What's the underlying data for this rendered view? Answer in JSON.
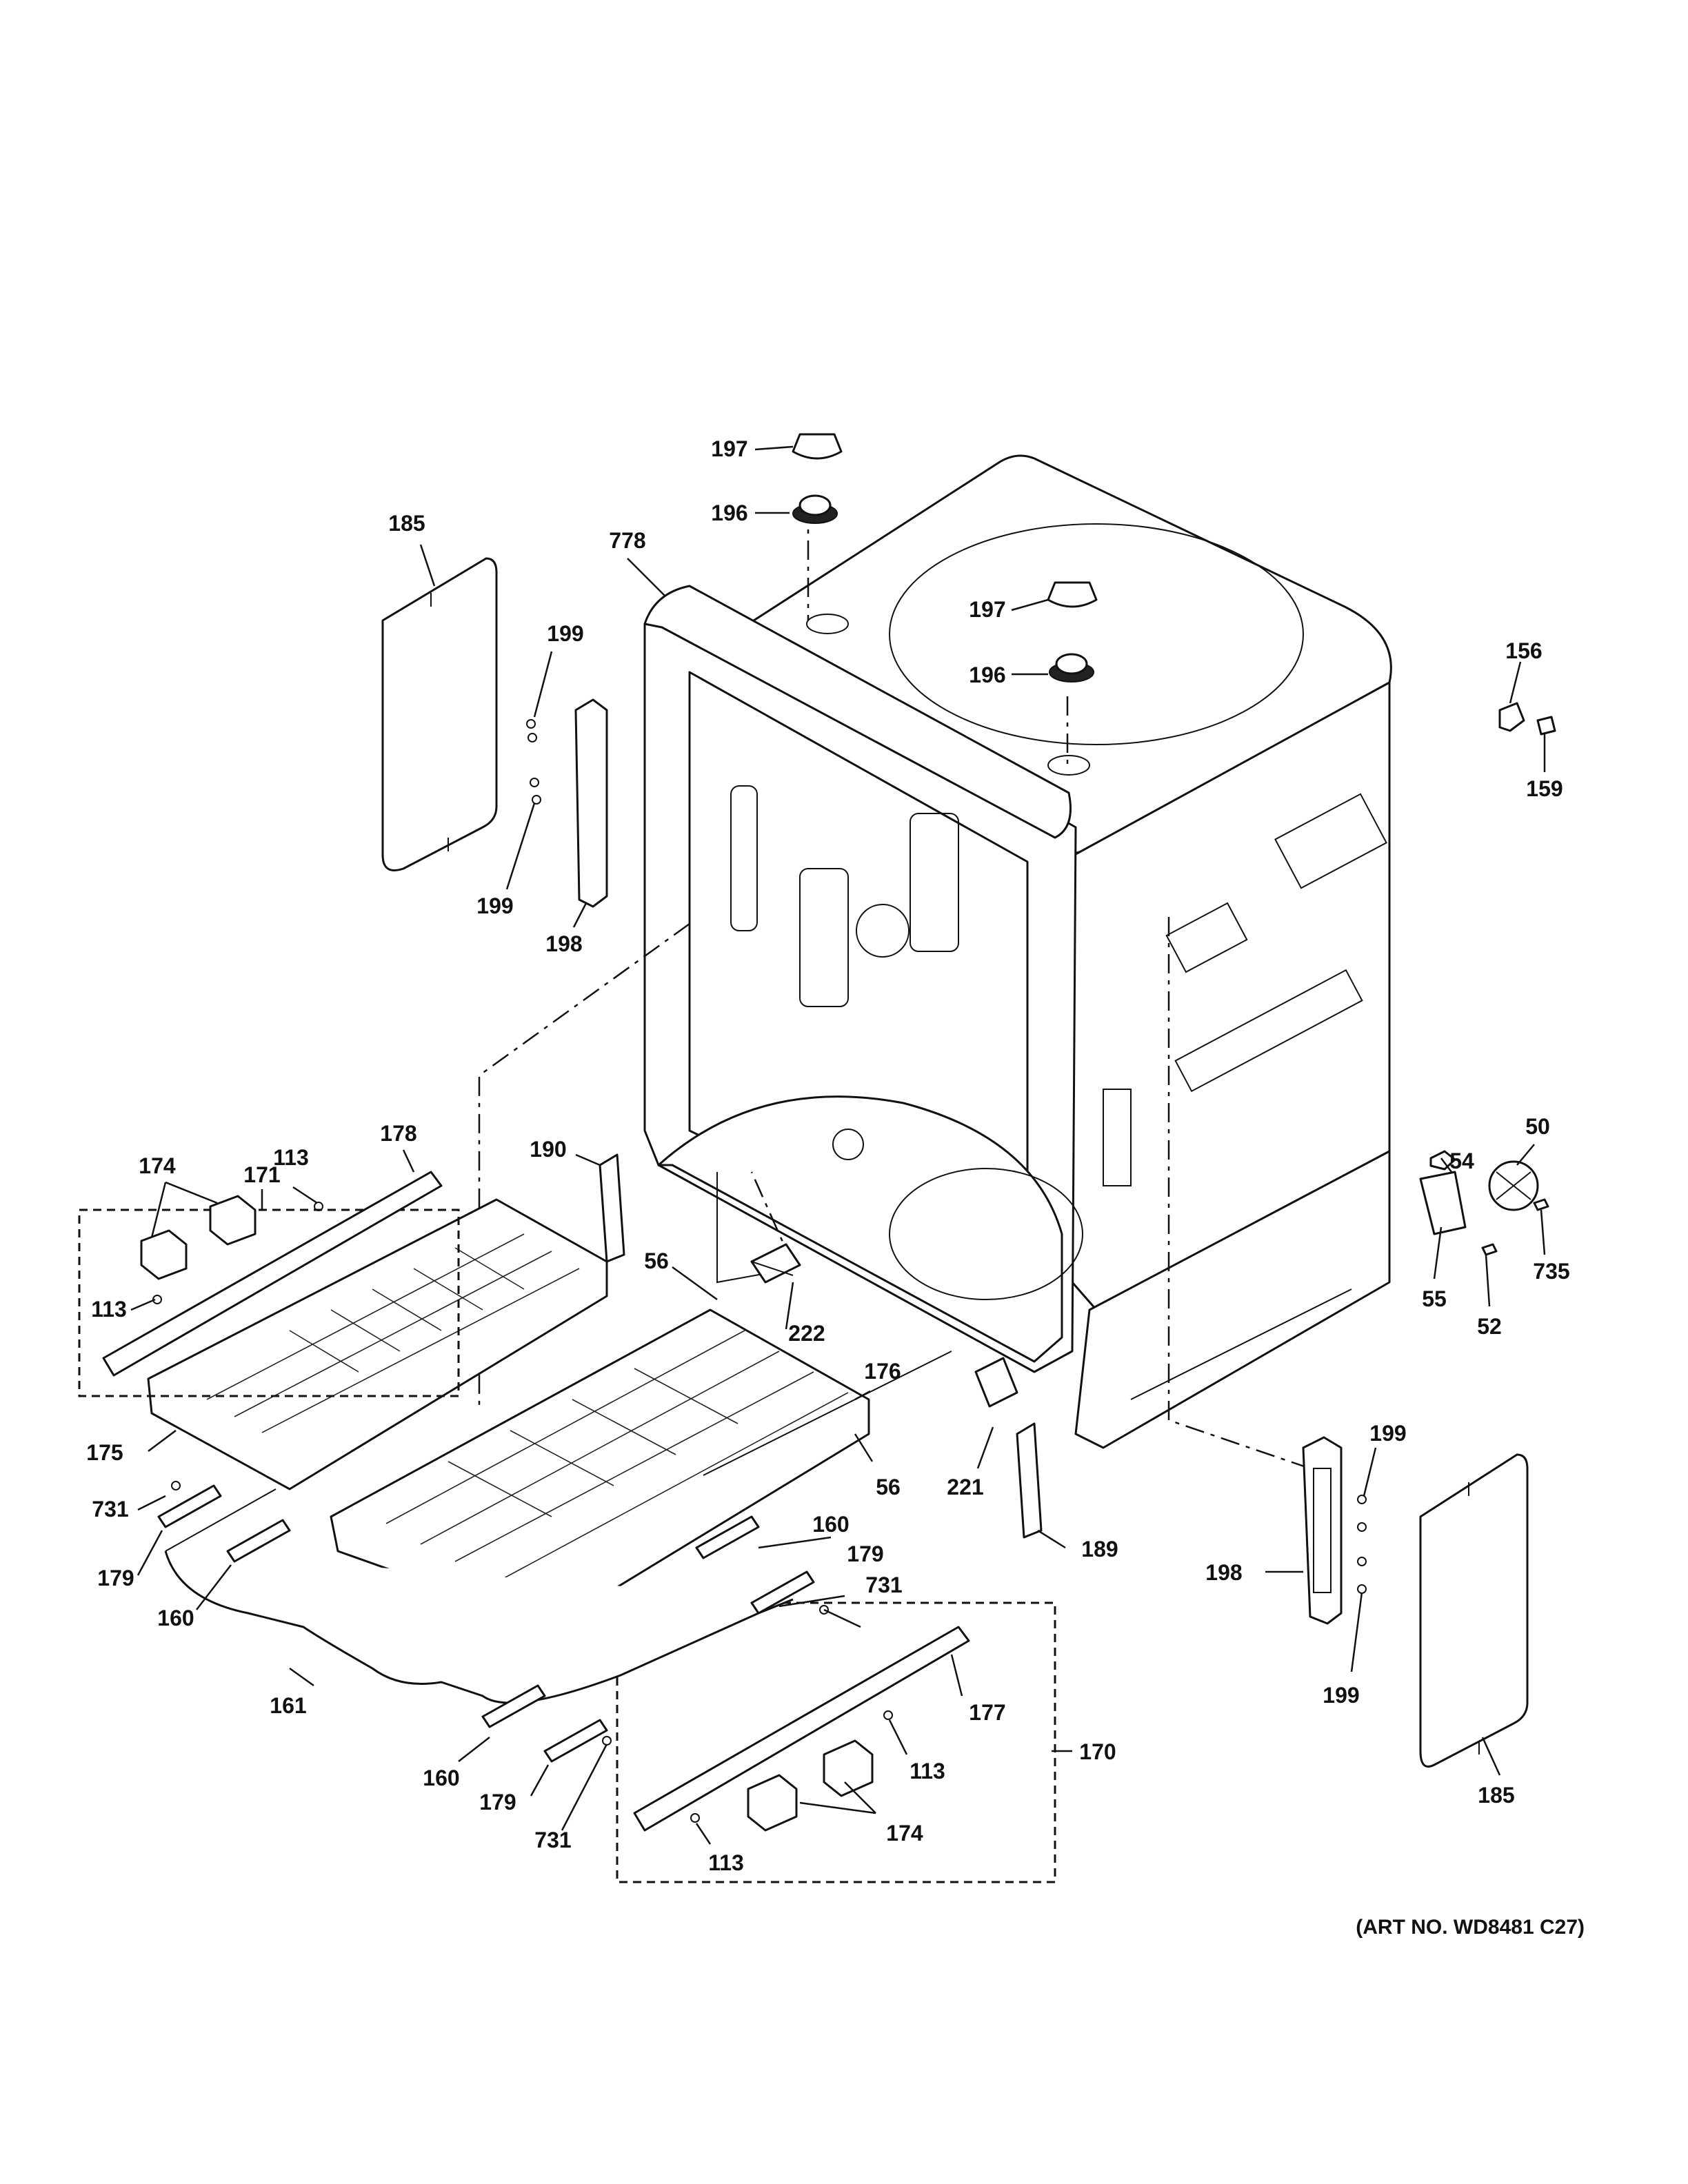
{
  "diagram": {
    "art_number": "(ART NO. WD8481 C27)",
    "callouts": {
      "c197a": "197",
      "c196a": "196",
      "c197b": "197",
      "c196b": "196",
      "c778": "778",
      "c185a": "185",
      "c199a": "199",
      "c199b": "199",
      "c198a": "198",
      "c156": "156",
      "c159": "159",
      "c171": "171",
      "c174a": "174",
      "c113a": "113",
      "c178": "178",
      "c113b": "113",
      "c175": "175",
      "c190": "190",
      "c56a": "56",
      "c222": "222",
      "c176": "176",
      "c56b": "56",
      "c221": "221",
      "c189": "189",
      "c54": "54",
      "c50": "50",
      "c55": "55",
      "c52": "52",
      "c735": "735",
      "c199c": "199",
      "c198b": "198",
      "c199d": "199",
      "c185b": "185",
      "c731a": "731",
      "c179a": "179",
      "c160a": "160",
      "c160b": "160",
      "c179b": "179",
      "c731b": "731",
      "c161": "161",
      "c160c": "160",
      "c179c": "179",
      "c731c": "731",
      "c177": "177",
      "c170": "170",
      "c113c": "113",
      "c174b": "174",
      "c113d": "113"
    }
  }
}
